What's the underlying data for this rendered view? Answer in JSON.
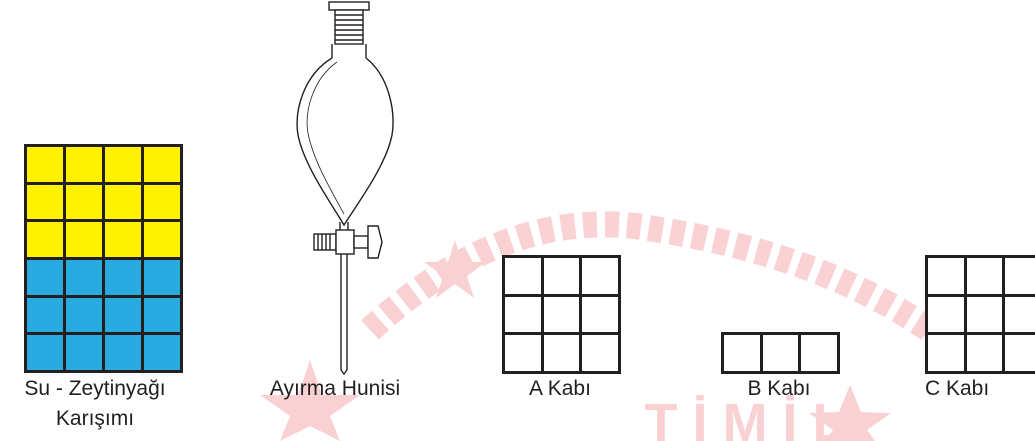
{
  "colors": {
    "oil": "#fff200",
    "water": "#29abe2",
    "line": "#231f20",
    "watermark": "#e6343c"
  },
  "mixture": {
    "label_line1": "Su - Zeytinyağı",
    "label_line2": "Karışımı",
    "columns": 4,
    "oil_rows": 3,
    "water_rows": 3
  },
  "funnel": {
    "label": "Ayırma Hunisi"
  },
  "containers": [
    {
      "label": "A Kabı",
      "columns": 3,
      "rows": 3
    },
    {
      "label": "B Kabı",
      "columns": 3,
      "rows": 1
    },
    {
      "label": "C Kabı",
      "columns": 3,
      "rows": 3
    }
  ],
  "watermark_text": "T İ M İ L"
}
